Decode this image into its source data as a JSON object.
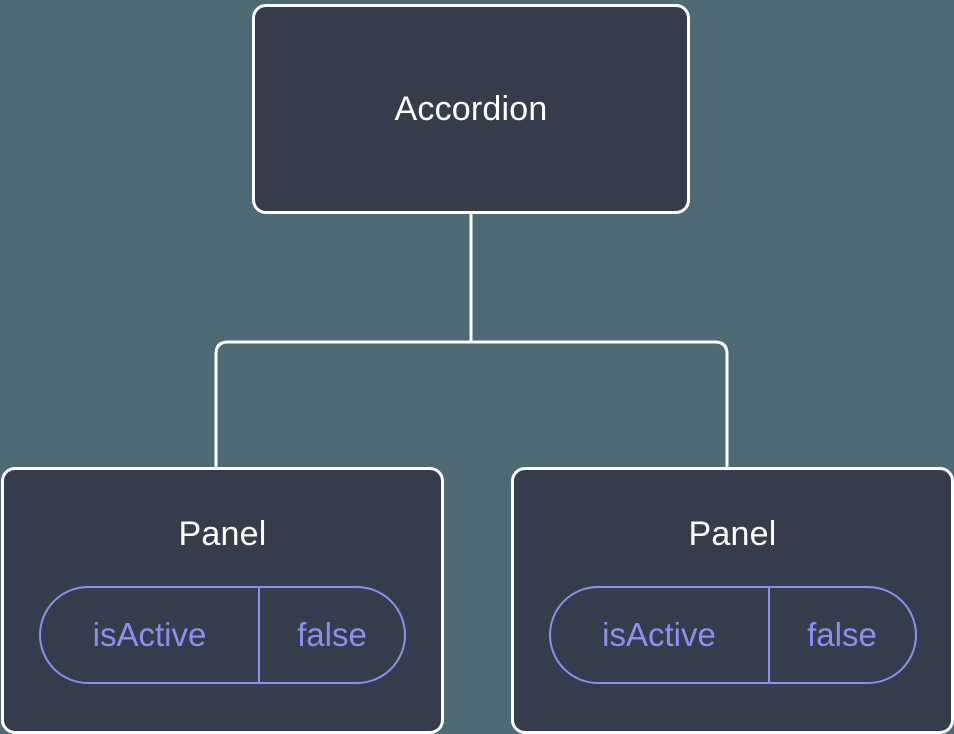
{
  "diagram": {
    "type": "component-tree",
    "background_color": "#4e6a74",
    "node_fill_color": "#353c4b",
    "node_border_color": "#ffffff",
    "edge_color": "#ffffff",
    "prop_accent_color": "#8b8ff0",
    "title_color": "#ffffff"
  },
  "root": {
    "label": "Accordion"
  },
  "children": [
    {
      "label": "Panel",
      "prop": {
        "key": "isActive",
        "value": "false"
      }
    },
    {
      "label": "Panel",
      "prop": {
        "key": "isActive",
        "value": "false"
      }
    }
  ]
}
